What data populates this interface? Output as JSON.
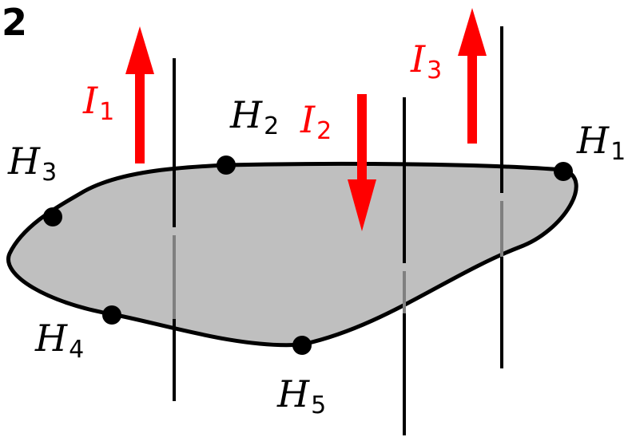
{
  "panel_number": "2",
  "region_fill": "#bfbfbf",
  "outline_color": "#000000",
  "current_color": "#ff0000",
  "wire_inside_color": "#7f7f7f",
  "points": [
    {
      "id": "H1",
      "var": "H",
      "sub": "1"
    },
    {
      "id": "H2",
      "var": "H",
      "sub": "2"
    },
    {
      "id": "H3",
      "var": "H",
      "sub": "3"
    },
    {
      "id": "H4",
      "var": "H",
      "sub": "4"
    },
    {
      "id": "H5",
      "var": "H",
      "sub": "5"
    }
  ],
  "currents": [
    {
      "id": "I1",
      "var": "I",
      "sub": "1",
      "direction": "up"
    },
    {
      "id": "I2",
      "var": "I",
      "sub": "2",
      "direction": "down"
    },
    {
      "id": "I3",
      "var": "I",
      "sub": "3",
      "direction": "up"
    }
  ]
}
